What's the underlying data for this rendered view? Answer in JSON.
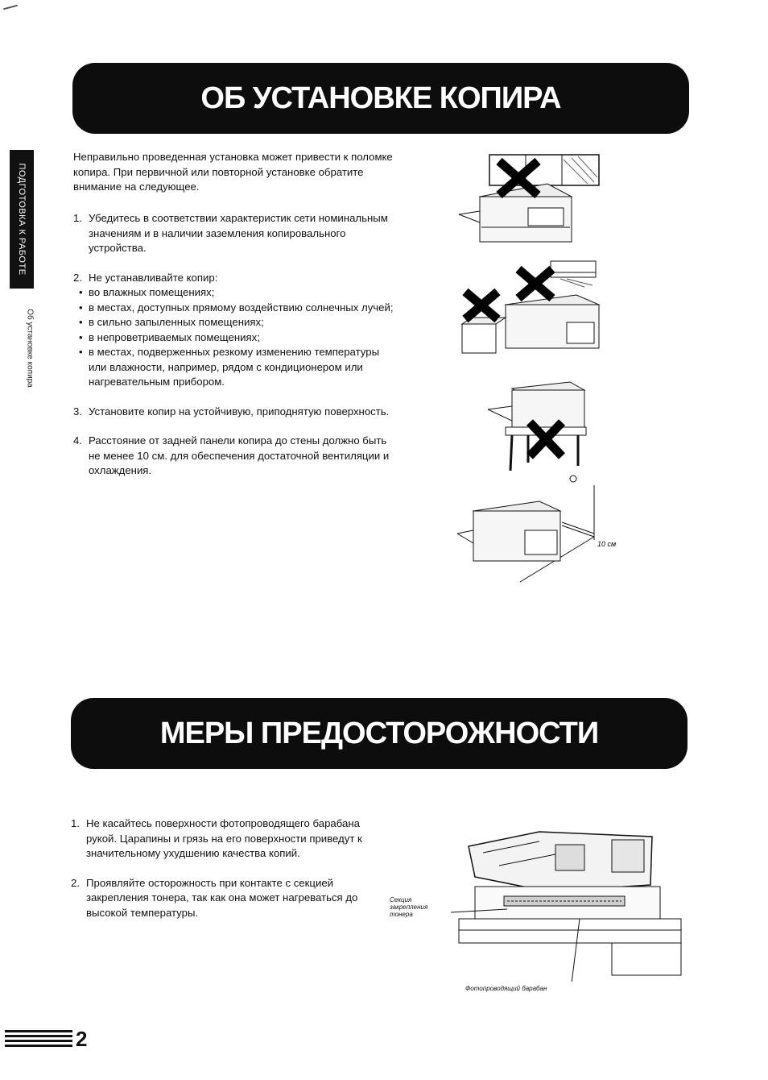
{
  "sidebar": {
    "tab_label": "ПОДГОТОВКА К РАБОТЕ",
    "sub_label": "Об установке копира"
  },
  "section1": {
    "title": "ОБ УСТАНОВКЕ КОПИРА",
    "intro": "Неправильно проведенная установка может привести к поломке копира. При первичной или повторной установке обратите внимание на следующее.",
    "items": [
      {
        "num": "1.",
        "text": "Убедитесь в соответствии характеристик сети номинальным значениям и в наличии заземления копировального устройства."
      },
      {
        "num": "2.",
        "text": "Не устанавливайте копир:",
        "bullets": [
          "во влажных помещениях;",
          "в местах, доступных прямому воздействию солнечных лучей;",
          "в сильно запыленных помещениях;",
          "в непроветриваемых помещениях;",
          "в местах, подверженных резкому изменению температуры или влажности, например, рядом с кондиционером или нагревательным прибором."
        ]
      },
      {
        "num": "3.",
        "text": "Установите копир на устойчивую, приподнятую поверхность."
      },
      {
        "num": "4.",
        "text": "Расстояние от задней панели копира до стены должно быть не менее 10 см. для обеспечения достаточной вентиляции и охлаждения."
      }
    ],
    "distance_label": "10 см"
  },
  "section2": {
    "title": "МЕРЫ ПРЕДОСТОРОЖНОСТИ",
    "items": [
      {
        "num": "1.",
        "text": "Не касайтесь поверхности фотопроводящего барабана рукой. Царапины и грязь на его поверхности приведут к значительному ухудшению качества копий."
      },
      {
        "num": "2.",
        "text": "Проявляйте осторожность при контакте с секцией закрепления тонера, так как она может нагреваться до высокой температуры."
      }
    ],
    "caption_fuser": "Секция закрепления тонера",
    "caption_drum": "Фотопроводящий барабан"
  },
  "footer": {
    "page_number": "2"
  }
}
